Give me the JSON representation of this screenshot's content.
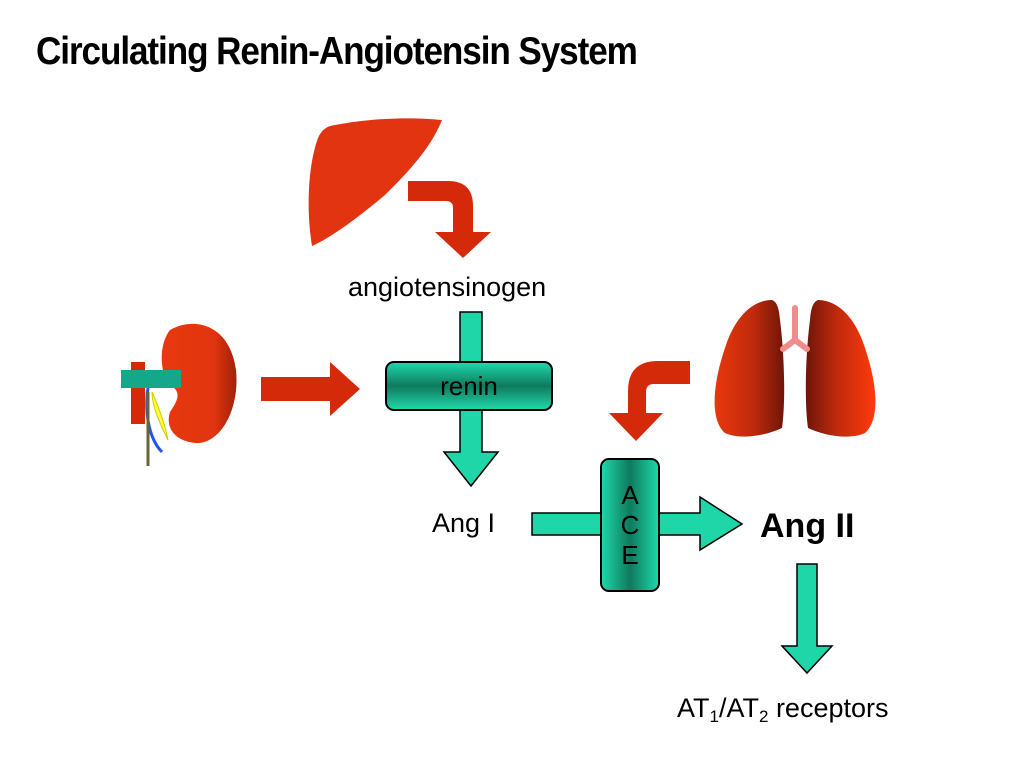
{
  "title": "Circulating Renin-Angiotensin System",
  "nodes": {
    "angiotensinogen": "angiotensinogen",
    "renin": "renin",
    "ang_i": "Ang I",
    "ace_letters": [
      "A",
      "C",
      "E"
    ],
    "ang_ii": "Ang II",
    "receptors": {
      "part1": "AT",
      "sub1": "1",
      "part2": "/AT",
      "sub2": "2",
      "part3": " receptors"
    }
  },
  "organs": [
    "liver-icon",
    "kidney-icon",
    "lungs-icon"
  ],
  "colors": {
    "organ_red": "#e8380d",
    "organ_dark": "#8c1a08",
    "arrow_red": "#d42a0a",
    "arrow_green": "#1fd6a9",
    "box_dark": "#0f7a5d"
  }
}
